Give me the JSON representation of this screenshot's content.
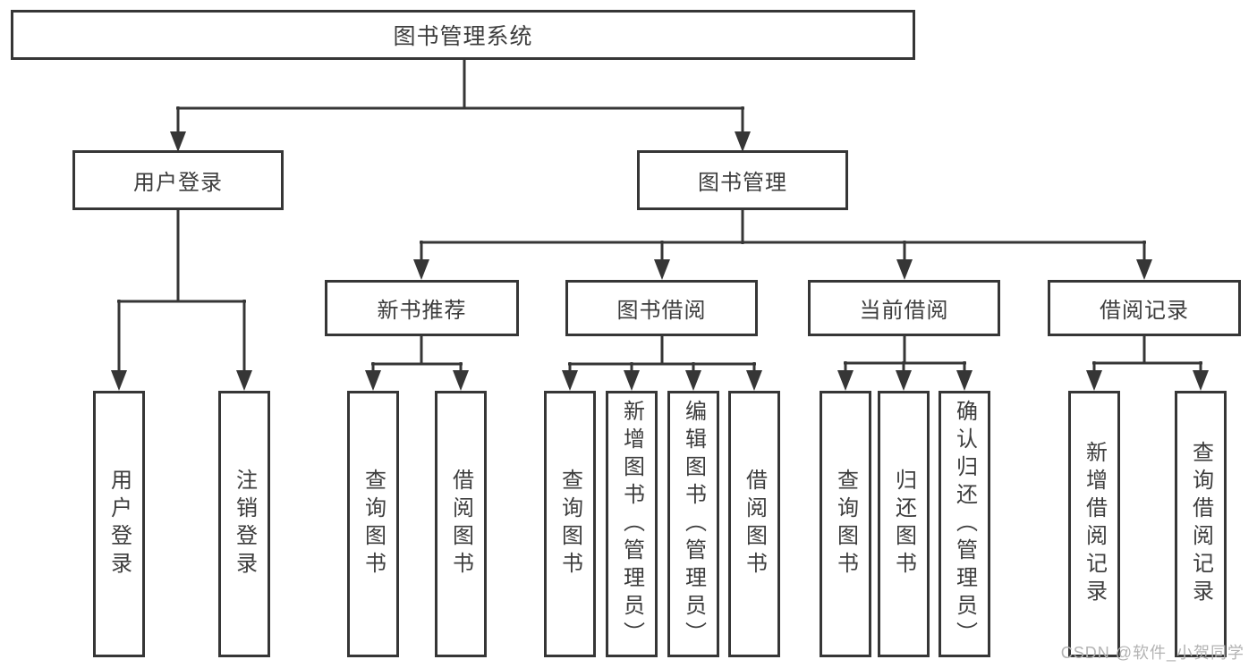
{
  "diagram": {
    "root": "图书管理系统",
    "user_branch": {
      "label": "用户登录",
      "children": [
        "用户登录",
        "注销登录"
      ]
    },
    "book_branch": {
      "label": "图书管理",
      "modules": [
        {
          "label": "新书推荐",
          "children": [
            "查询图书",
            "借阅图书"
          ]
        },
        {
          "label": "图书借阅",
          "children": [
            "查询图书",
            "新增图书（管理员）",
            "编辑图书（管理员）",
            "借阅图书"
          ]
        },
        {
          "label": "当前借阅",
          "children": [
            "查询图书",
            "归还图书",
            "确认归还（管理员）"
          ]
        },
        {
          "label": "借阅记录",
          "children": [
            "新增借阅记录",
            "查询借阅记录"
          ]
        }
      ]
    },
    "watermark": "CSDN @软件_小贺同学"
  }
}
